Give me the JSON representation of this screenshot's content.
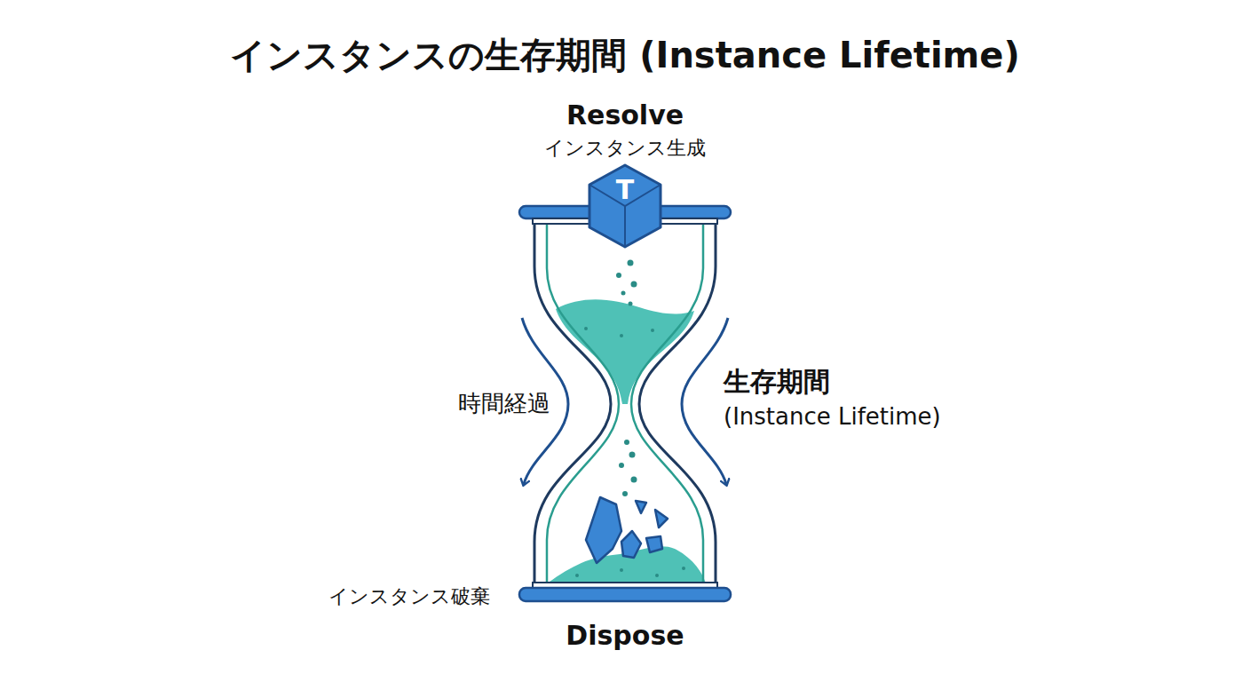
{
  "diagram": {
    "title": "インスタンスの生存期間 (Instance Lifetime)",
    "nodes": [
      {
        "text": [
          "T"
        ]
      }
    ],
    "labels": [
      "Resolve",
      "インスタンス生成",
      "時間経過",
      "生存期間",
      "(Instance Lifetime)",
      "インスタンス破棄",
      "Dispose"
    ]
  }
}
